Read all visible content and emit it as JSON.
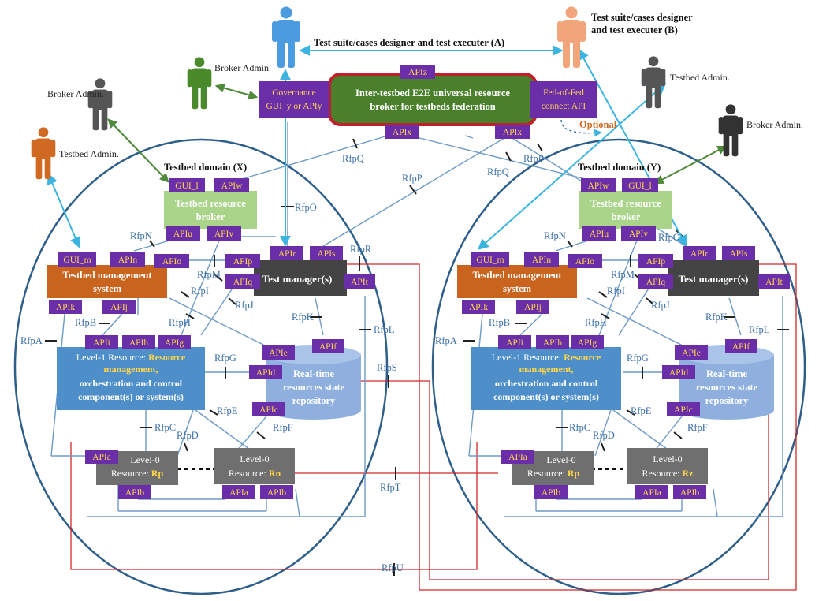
{
  "actors": {
    "designer_a": "Test suite/cases designer and test executer (A)",
    "designer_b_line1": "Test suite/cases designer",
    "designer_b_line2": "and test executer (B)",
    "broker_admin": "Broker Admin.",
    "testbed_admin": "Testbed Admin."
  },
  "broker": {
    "title_line1": "Inter-testbed E2E universal resource",
    "title_line2": "broker for testbeds federation",
    "governance_line1": "Governance",
    "governance_line2": "GUI_y or APIy",
    "fedfed_line1": "Fed-of-Fed",
    "fedfed_line2": "connect API",
    "optional": "Optional",
    "apis": {
      "z": "APIz",
      "x": "APIx"
    }
  },
  "domains": {
    "x": {
      "title": "Testbed domain (X)",
      "r0_b": "Rn"
    },
    "y": {
      "title": "Testbed domain (Y)",
      "r0_b": "Rz"
    }
  },
  "components": {
    "resource_broker_line1": "Testbed resource",
    "resource_broker_line2": "broker",
    "mgmt_line1": "Testbed management",
    "mgmt_line2": "system",
    "test_manager": "Test manager(s)",
    "level1_line1_a": "Level-1 Resource: ",
    "level1_line1_b": "Resource",
    "level1_line2": "management,",
    "level1_line3": "orchestration and control",
    "level1_line4": "component(s) or system(s)",
    "repo_line1": "Real-time",
    "repo_line2": "resources state",
    "repo_line3": "repository",
    "level0": "Level-0",
    "resource_prefix": "Resource: ",
    "r0_a": "Rp"
  },
  "api_labels": {
    "GUI_l": "GUI_l",
    "APIw": "APIw",
    "APIu": "APIu",
    "APIv": "APIv",
    "GUI_m": "GUI_m",
    "APIn": "APIn",
    "APIo": "APIo",
    "APIp": "APIp",
    "APIq": "APIq",
    "APIr": "APIr",
    "APIs": "APIs",
    "APIt": "APIt",
    "APIk": "APIk",
    "APIj": "APIj",
    "APIi": "APIi",
    "APIh": "APIh",
    "APIg": "APIg",
    "APIe": "APIe",
    "APId": "APId",
    "APIf": "APIf",
    "APIc": "APIc",
    "APIa": "APIa",
    "APIb": "APIb"
  },
  "ref_points": {
    "RfpA": "RfpA",
    "RfpB": "RfpB",
    "RfpC": "RfpC",
    "RfpD": "RfpD",
    "RfpE": "RfpE",
    "RfpF": "RfpF",
    "RfpG": "RfpG",
    "RfpH": "RfpH",
    "RfpI": "RfpI",
    "RfpJ": "RfpJ",
    "RfpK": "RfpK",
    "RfpL": "RfpL",
    "RfpM": "RfpM",
    "RfpN": "RfpN",
    "RfpO": "RfpO",
    "RfpP": "RfpP",
    "RfpQ": "RfpQ",
    "RfpR": "RfpR",
    "RfpS": "RfpS",
    "RfpT": "RfpT",
    "RfpU": "RfpU"
  },
  "colors": {
    "api_box": "#6a2ea8",
    "api_text": "#ffd54a",
    "broker_green": "#4a7f2c",
    "broker_border": "#c0202a",
    "mgmt_orange": "#c8641e",
    "rbroker_green": "#a9d48a",
    "level1_blue": "#4f8fc9",
    "repo_blue": "#8fb0de",
    "level0_gray": "#6f6f6f",
    "test_mgr": "#444444",
    "domain_circle": "#2e5f8a",
    "link_blue": "#6d9ac7",
    "link_red": "#d0282a",
    "arrow_cyan": "#3bb4e0",
    "arrow_green": "#4f8a3a"
  }
}
